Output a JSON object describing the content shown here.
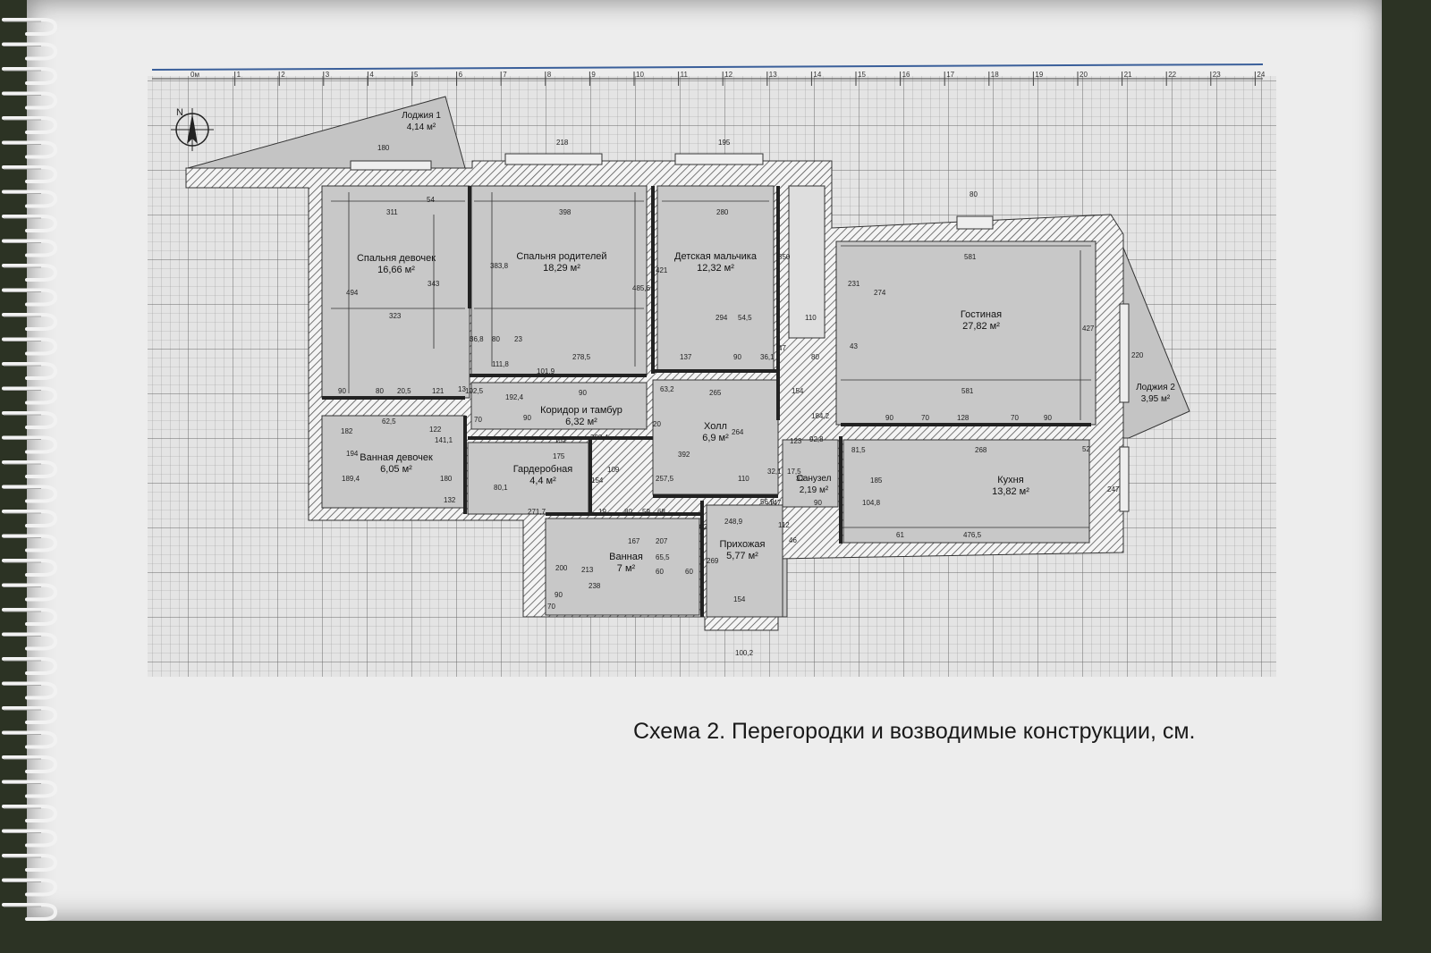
{
  "caption": "Схема 2. Перегородки и возводимые конструкции, см.",
  "ruler": {
    "origin_label": "0м",
    "ticks": [
      "1",
      "2",
      "3",
      "4",
      "5",
      "6",
      "7",
      "8",
      "9",
      "10",
      "11",
      "12",
      "13",
      "14",
      "15",
      "16",
      "17",
      "18",
      "19",
      "20",
      "21",
      "22",
      "23",
      "24"
    ]
  },
  "compass": {
    "label": "N"
  },
  "rooms": [
    {
      "id": "loggia-1",
      "name": "Лоджия 1",
      "area": "4,14 м²"
    },
    {
      "id": "girls-bedroom",
      "name": "Спальня девочек",
      "area": "16,66 м²"
    },
    {
      "id": "parents-bedroom",
      "name": "Спальня родителей",
      "area": "18,29 м²"
    },
    {
      "id": "boys-room",
      "name": "Детская мальчика",
      "area": "12,32 м²"
    },
    {
      "id": "living-room",
      "name": "Гостиная",
      "area": "27,82 м²"
    },
    {
      "id": "loggia-2",
      "name": "Лоджия 2",
      "area": "3,95 м²"
    },
    {
      "id": "corridor",
      "name": "Коридор и тамбур",
      "area": "6,32 м²"
    },
    {
      "id": "hall",
      "name": "Холл",
      "area": "6,9 м²"
    },
    {
      "id": "girls-bathroom",
      "name": "Ванная девочек",
      "area": "6,05 м²"
    },
    {
      "id": "wardrobe",
      "name": "Гардеробная",
      "area": "4,4 м²"
    },
    {
      "id": "wc",
      "name": "Санузел",
      "area": "2,19 м²"
    },
    {
      "id": "kitchen",
      "name": "Кухня",
      "area": "13,82 м²"
    },
    {
      "id": "bathroom",
      "name": "Ванная",
      "area": "7 м²"
    },
    {
      "id": "entrance",
      "name": "Прихожая",
      "area": "5,77 м²"
    }
  ],
  "dimensions": [
    "180",
    "218",
    "195",
    "80",
    "311",
    "54",
    "398",
    "280",
    "494",
    "343",
    "323",
    "383,8",
    "485,6",
    "421",
    "350",
    "581",
    "231",
    "274",
    "427",
    "220",
    "110",
    "294",
    "54,5",
    "43",
    "137",
    "90",
    "36,1",
    "47",
    "80",
    "36,8",
    "80",
    "23",
    "111,8",
    "101,9",
    "278,5",
    "102,5",
    "192,4",
    "90",
    "80",
    "20,5",
    "121",
    "13",
    "90",
    "265",
    "63,2",
    "154",
    "581",
    "184,2",
    "90",
    "70",
    "128",
    "70",
    "90",
    "62,5",
    "182",
    "122",
    "141,1",
    "70",
    "90",
    "152",
    "398,4",
    "20",
    "264",
    "92,8",
    "123",
    "81,5",
    "194",
    "189,4",
    "180",
    "175",
    "109",
    "392",
    "268",
    "52",
    "185",
    "154",
    "80,1",
    "257,5",
    "110",
    "32,1",
    "17,5",
    "33",
    "147",
    "132",
    "271,7",
    "19",
    "80",
    "59",
    "68",
    "56,9",
    "90",
    "104,8",
    "248,9",
    "112",
    "82",
    "46",
    "61",
    "476,5",
    "247",
    "167",
    "207",
    "200",
    "213",
    "65,5",
    "269",
    "60",
    "60",
    "238",
    "90",
    "70",
    "154",
    "100,2"
  ]
}
